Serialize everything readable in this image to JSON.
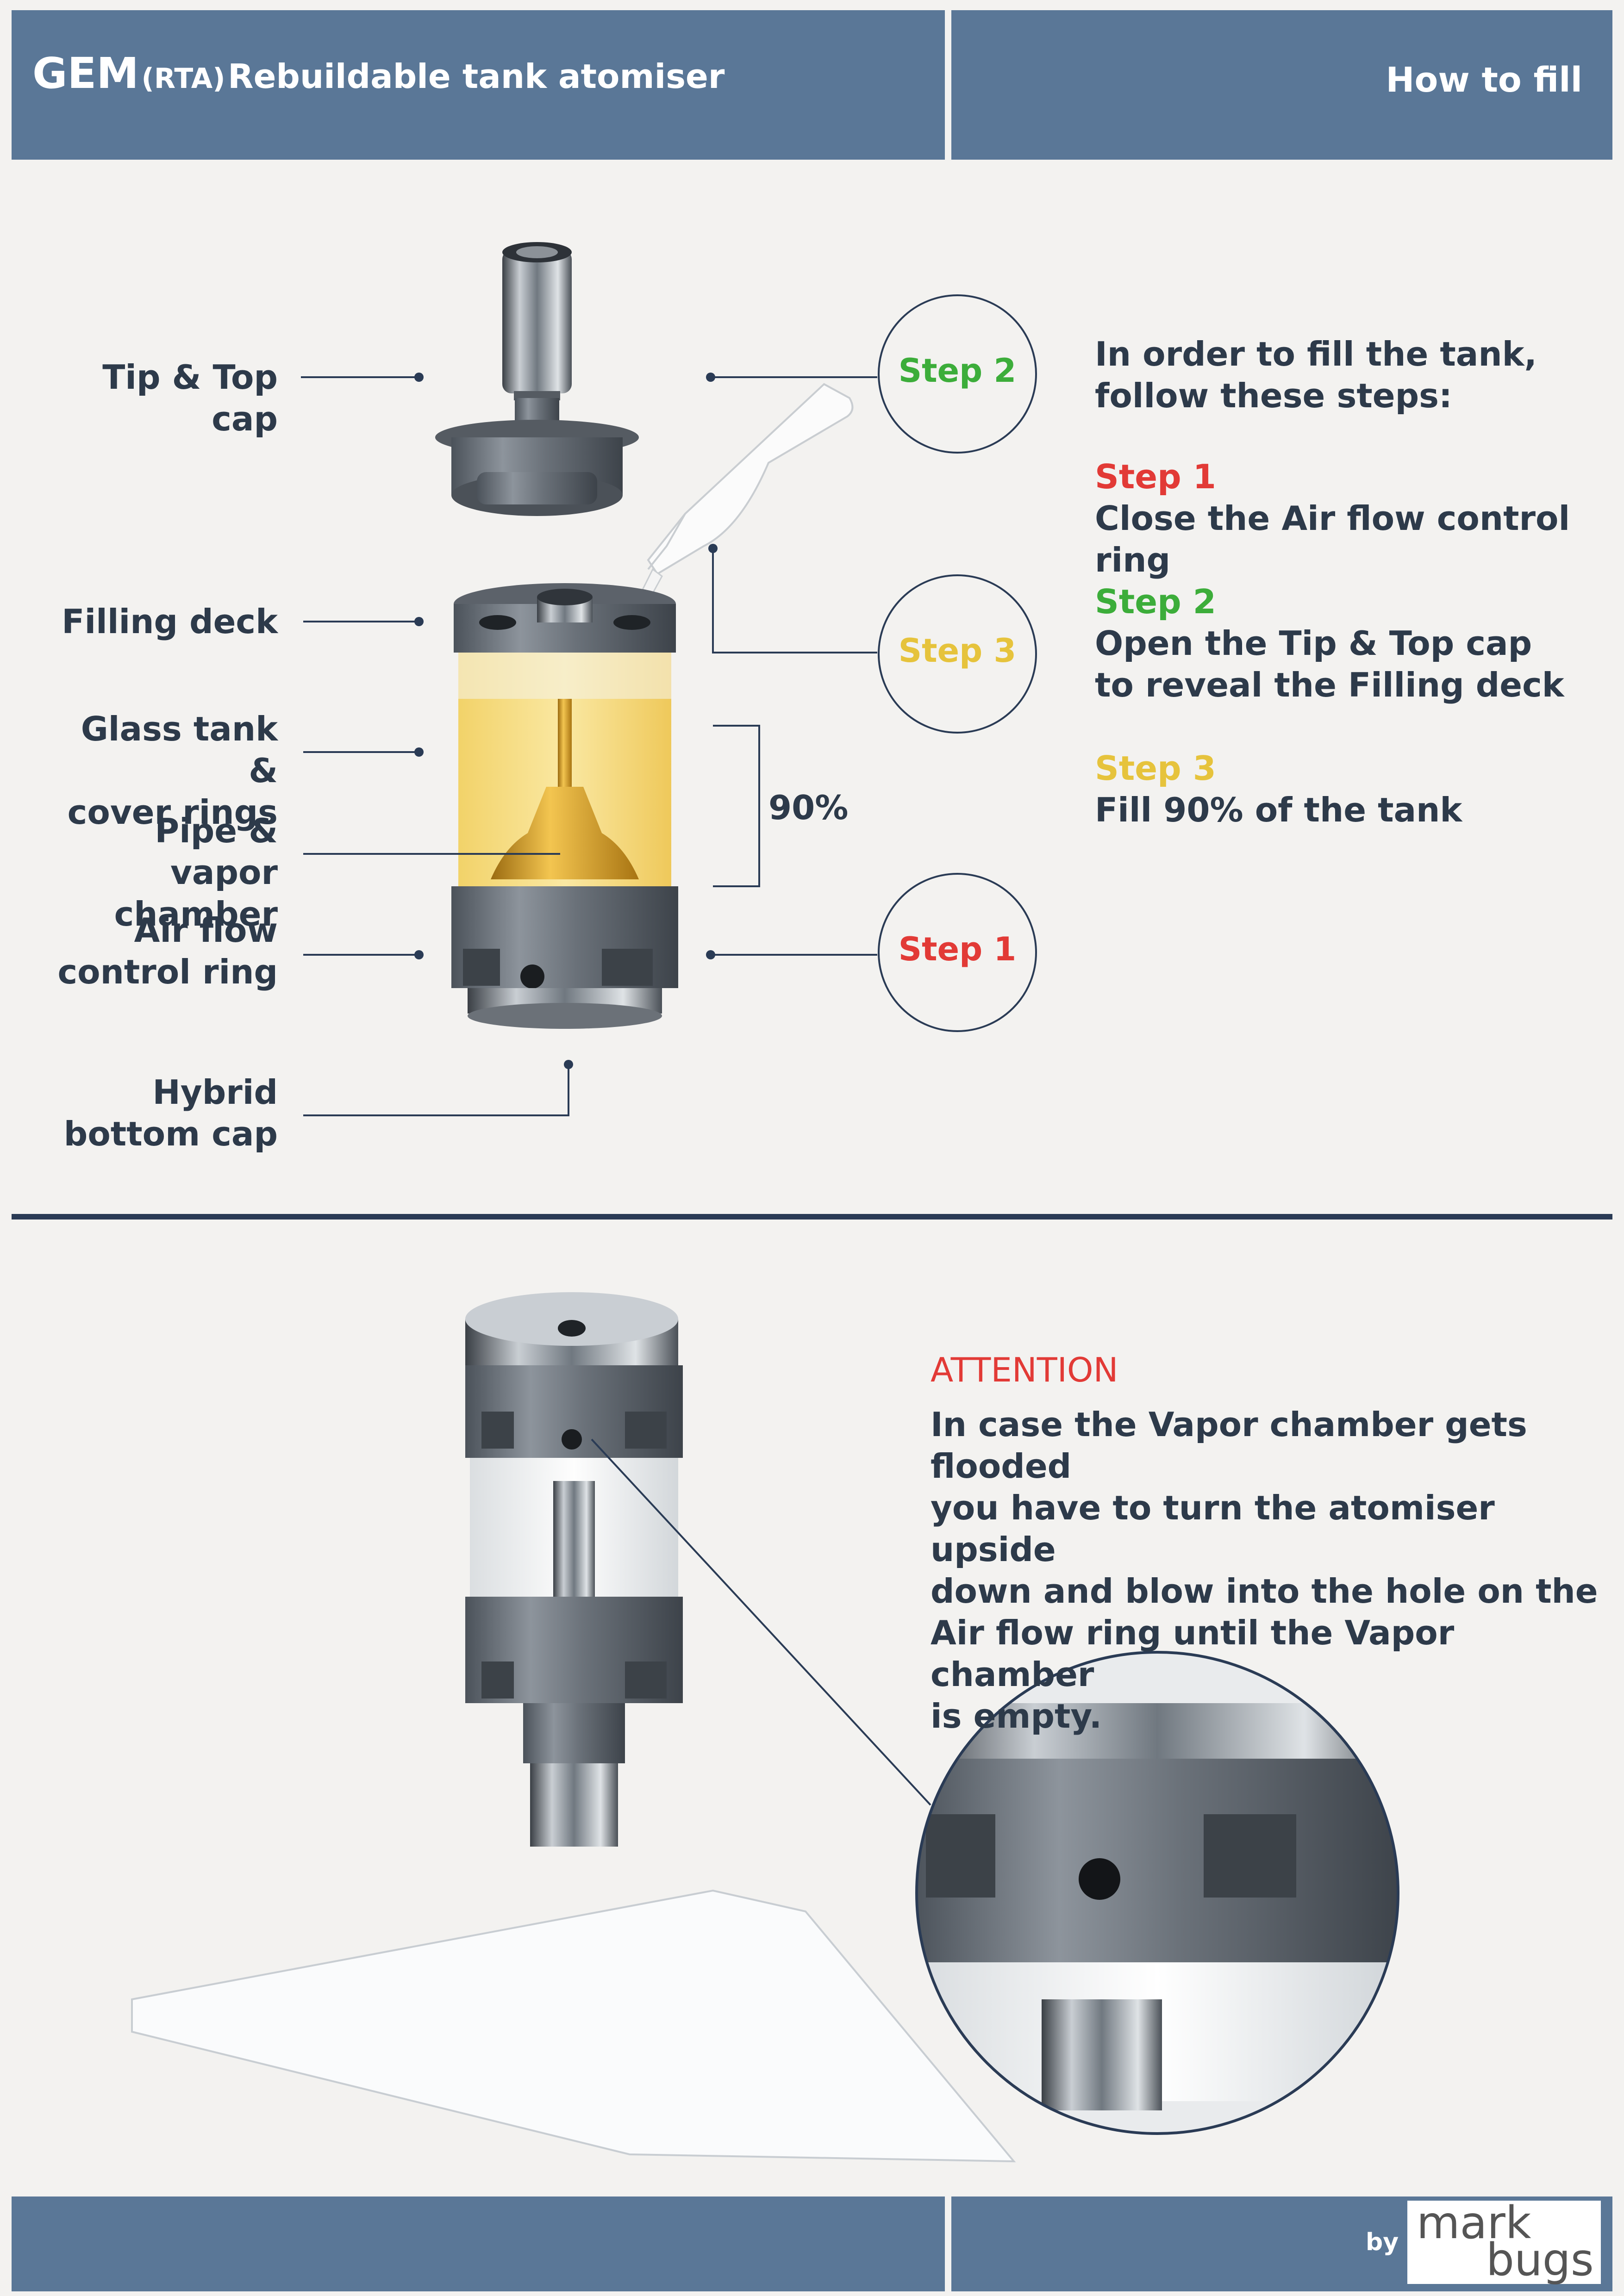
{
  "header": {
    "title_gem": "GEM",
    "title_rta": "(RTA)",
    "title_rest": "Rebuildable tank atomiser",
    "how_to": "How to fill"
  },
  "labels": {
    "tip_top_cap": "Tip & Top cap",
    "filling_deck": "Filling deck",
    "glass_tank_1": "Glass tank &",
    "glass_tank_2": "cover rings",
    "pipe_1": "Pipe &",
    "pipe_2": "vapor chamber",
    "airflow_1": "Air flow",
    "airflow_2": "control ring",
    "bottom_1": "Hybrid",
    "bottom_2": "bottom cap",
    "percent": "90%"
  },
  "steps": {
    "step1": "Step 1",
    "step2": "Step 2",
    "step3": "Step 3"
  },
  "instructions": {
    "intro_1": "In order to fill the tank,",
    "intro_2": "follow these steps:",
    "step1_title": "Step 1",
    "step1_text": "Close the Air flow control ring",
    "step2_title": "Step 2",
    "step2_text_1": "Open the Tip & Top cap",
    "step2_text_2": "to reveal the Filling deck",
    "step3_title": "Step 3",
    "step3_text": "Fill 90% of the tank"
  },
  "attention": {
    "title": "ATTENTION",
    "line1": "In case the Vapor chamber gets flooded",
    "line2": "you have to turn the atomiser upside",
    "line3": "down and blow into the hole on the",
    "line4": "Air flow ring until the Vapor chamber",
    "line5": "is empty."
  },
  "footer": {
    "by": "by",
    "logo_mark": "mark",
    "logo_bugs": "bugs"
  },
  "colors": {
    "header": "#5a7797",
    "step1": "#e23a36",
    "step2": "#3cad3a",
    "step3": "#e6c33c",
    "text": "#2d3a4a"
  }
}
